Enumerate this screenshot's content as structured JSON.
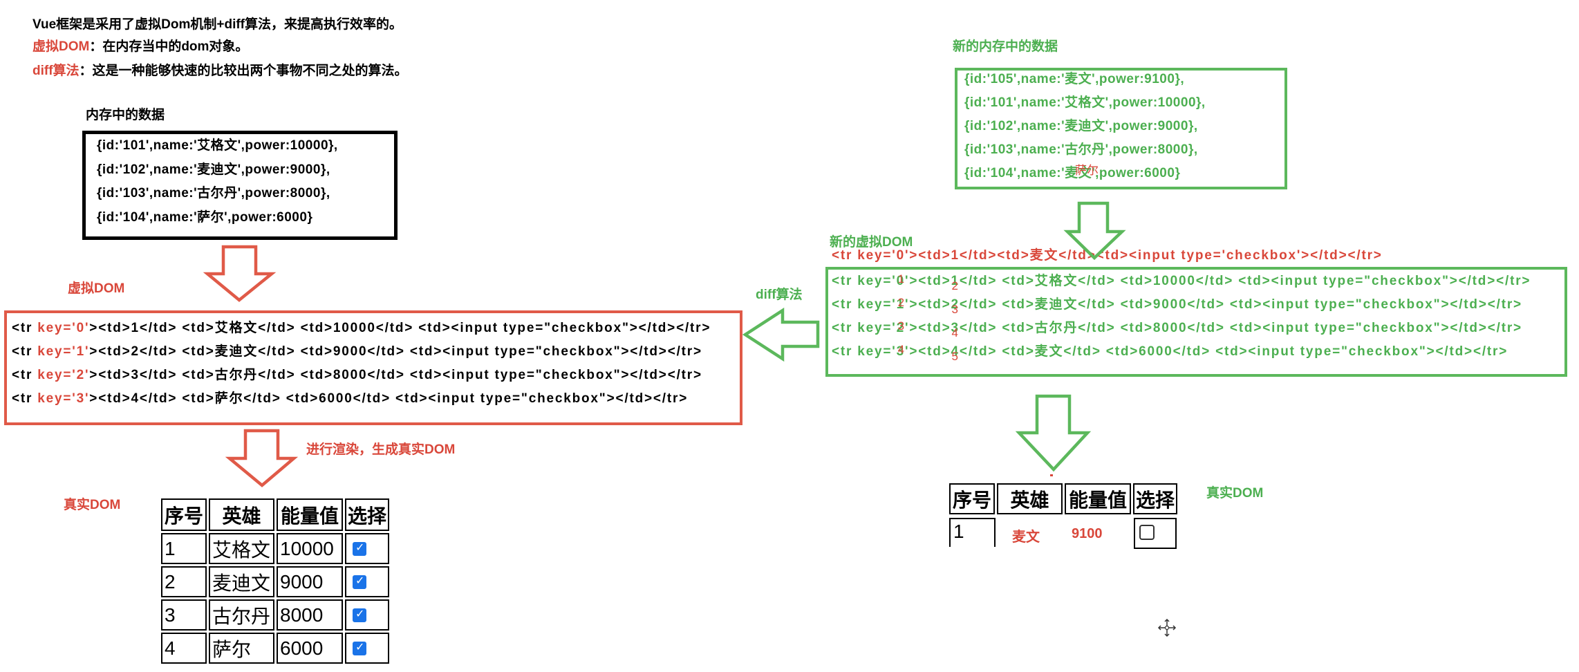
{
  "intro": {
    "line1": "Vue框架是采用了虚拟Dom机制+diff算法，来提高执行效率的。",
    "vdom_term": "虚拟DOM",
    "vdom_def": "：在内存当中的dom对象。",
    "diff_term": "diff算法",
    "diff_def": "：这是一种能够快速的比较出两个事物不同之处的算法。"
  },
  "memory_data": {
    "label": "内存中的数据",
    "lines": [
      "{id:'101',name:'艾格文',power:10000},",
      "{id:'102',name:'麦迪文',power:9000},",
      "{id:'103',name:'古尔丹',power:8000},",
      "{id:'104',name:'萨尔',power:6000}"
    ]
  },
  "vdom": {
    "label": "虚拟DOM",
    "rows": [
      {
        "open": "<tr ",
        "key": "key='0'",
        "rest": "><td>1</td> <td>艾格文</td> <td>10000</td> <td><input type=\"checkbox\"></td></tr>"
      },
      {
        "open": "<tr ",
        "key": "key='1'",
        "rest": "><td>2</td> <td>麦迪文</td> <td>9000</td> <td><input type=\"checkbox\"></td></tr>"
      },
      {
        "open": "<tr ",
        "key": "key='2'",
        "rest": "><td>3</td> <td>古尔丹</td> <td>8000</td> <td><input type=\"checkbox\"></td></tr>"
      },
      {
        "open": "<tr ",
        "key": "key='3'",
        "rest": "><td>4</td> <td>萨尔</td> <td>6000</td> <td><input type=\"checkbox\"></td></tr>"
      }
    ]
  },
  "render_label": "进行渲染，生成真实DOM",
  "real_dom": {
    "label": "真实DOM",
    "headers": [
      "序号",
      "英雄",
      "能量值",
      "选择"
    ],
    "rows": [
      {
        "num": "1",
        "name": "艾格文",
        "power": "10000",
        "checked": true
      },
      {
        "num": "2",
        "name": "麦迪文",
        "power": "9000",
        "checked": true
      },
      {
        "num": "3",
        "name": "古尔丹",
        "power": "8000",
        "checked": true
      },
      {
        "num": "4",
        "name": "萨尔",
        "power": "6000",
        "checked": true
      }
    ]
  },
  "new_memory_data": {
    "label": "新的内存中的数据",
    "lines": [
      "{id:'105',name:'麦文',power:9100},",
      "{id:'101',name:'艾格文',power:10000},",
      "{id:'102',name:'麦迪文',power:9000},",
      "{id:'103',name:'古尔丹',power:8000},",
      "{id:'104',name:'麦文',power:6000}"
    ],
    "annotation": "萨尔"
  },
  "new_vdom": {
    "label": "新的虚拟DOM",
    "inserted_row": "<tr key='0'><td>1</td><td>麦文</td><td><input type='checkbox'></td></tr>",
    "rows": [
      {
        "open": "<tr key='",
        "key": "0",
        "key_note": "1",
        "mid": "'><td>",
        "num": "1",
        "num_note": "2",
        "rest": "</td> <td>艾格文</td> <td>10000</td> <td><input type=\"checkbox\"></td></tr>"
      },
      {
        "open": "<tr key='",
        "key": "1",
        "key_note": "2",
        "mid": "'><td>",
        "num": "2",
        "num_note": "3",
        "rest": "</td> <td>麦迪文</td> <td>9000</td> <td><input type=\"checkbox\"></td></tr>"
      },
      {
        "open": "<tr key='",
        "key": "2",
        "key_note": "3",
        "mid": "'><td>",
        "num": "3",
        "num_note": "4",
        "rest": "</td> <td>古尔丹</td> <td>8000</td> <td><input type=\"checkbox\"></td></tr>"
      },
      {
        "open": "<tr key='",
        "key": "3",
        "key_note": "4",
        "mid": "'><td>",
        "num": "4",
        "num_note": "5",
        "rest": "</td> <td>麦文</td> <td>6000</td> <td><input type=\"checkbox\"></td></tr>"
      }
    ]
  },
  "diff_label": "diff算法",
  "new_real_dom": {
    "label": "真实DOM",
    "headers": [
      "序号",
      "英雄",
      "能量值",
      "选择"
    ],
    "rows": [
      {
        "num": "1",
        "name": "麦文",
        "power": "9100",
        "checked": false
      }
    ]
  },
  "colors": {
    "red": "#d9473a",
    "green": "#4caf50",
    "arrow_red": "#e05a48",
    "arrow_green": "#5cb85c",
    "checkbox_blue": "#1a73e8"
  }
}
